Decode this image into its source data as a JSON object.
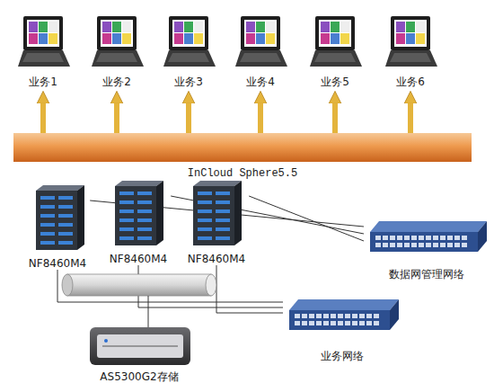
{
  "diagram": {
    "nodes": [
      {
        "text": [
          "业务1"
        ]
      },
      {
        "text": [
          "业务2"
        ]
      },
      {
        "text": [
          "业务3"
        ]
      },
      {
        "text": [
          "业务4"
        ]
      },
      {
        "text": [
          "业务5"
        ]
      },
      {
        "text": [
          "业务6"
        ]
      },
      {
        "text": [
          "InCloud Sphere5.5"
        ]
      },
      {
        "text": [
          "NF8460M4"
        ]
      },
      {
        "text": [
          "NF8460M4"
        ]
      },
      {
        "text": [
          "NF8460M4"
        ]
      },
      {
        "text": [
          "数据网管理网络"
        ]
      },
      {
        "text": [
          "业务网络"
        ]
      },
      {
        "text": [
          "AS5300G2存储"
        ]
      }
    ],
    "edges": [
      {
        "from": 6,
        "to": 0,
        "arrow": "to"
      },
      {
        "from": 6,
        "to": 1,
        "arrow": "to"
      },
      {
        "from": 6,
        "to": 2,
        "arrow": "to"
      },
      {
        "from": 6,
        "to": 3,
        "arrow": "to"
      },
      {
        "from": 6,
        "to": 4,
        "arrow": "to"
      },
      {
        "from": 6,
        "to": 5,
        "arrow": "to"
      },
      {
        "from": 7,
        "to": 10,
        "arrow": "none"
      },
      {
        "from": 8,
        "to": 10,
        "arrow": "none"
      },
      {
        "from": 9,
        "to": 10,
        "arrow": "none"
      },
      {
        "from": 7,
        "to": 11,
        "arrow": "none"
      },
      {
        "from": 8,
        "to": 11,
        "arrow": "none"
      },
      {
        "from": 9,
        "to": 11,
        "arrow": "none"
      }
    ]
  }
}
